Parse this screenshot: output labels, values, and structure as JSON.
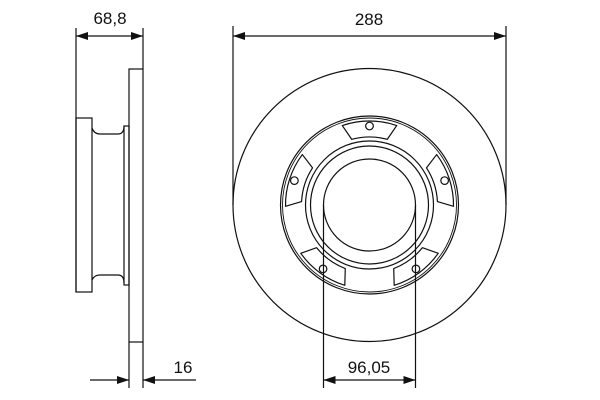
{
  "dimensions": {
    "overall_height": "68,8",
    "disc_thickness": "16",
    "outer_diameter": "288",
    "center_bore": "96,05"
  },
  "bolt_hole_count": 5
}
